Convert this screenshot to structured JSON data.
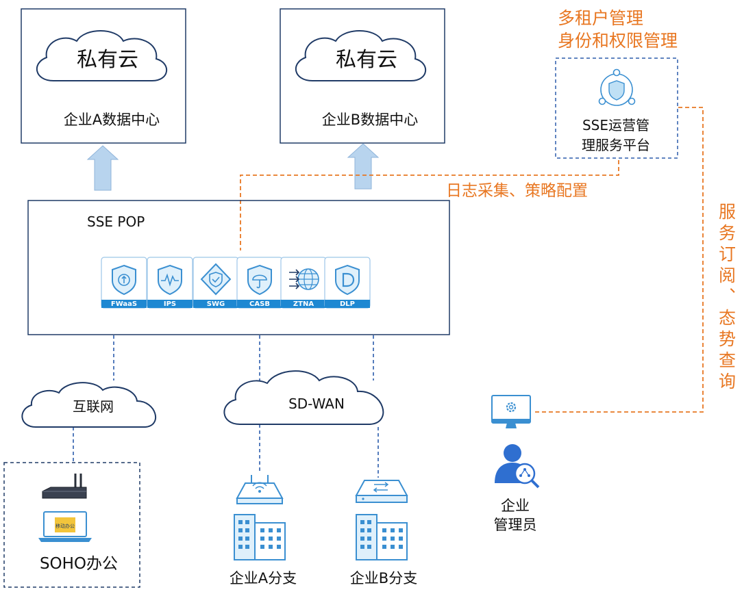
{
  "datacenters": [
    {
      "cloud_label": "私有云",
      "name": "企业A数据中心"
    },
    {
      "cloud_label": "私有云",
      "name": "企业B数据中心"
    }
  ],
  "sse_pop": {
    "title": "SSE POP",
    "modules": [
      {
        "label": "FWaaS",
        "icon": "firewall-shield-icon"
      },
      {
        "label": "IPS",
        "icon": "ips-shield-icon"
      },
      {
        "label": "SWG",
        "icon": "swg-shield-icon"
      },
      {
        "label": "CASB",
        "icon": "casb-umbrella-icon"
      },
      {
        "label": "ZTNA",
        "icon": "ztna-globe-icon"
      },
      {
        "label": "DLP",
        "icon": "dlp-shield-icon"
      }
    ]
  },
  "management": {
    "heading_line1": "多租户管理",
    "heading_line2": "身份和权限管理",
    "platform_line1": "SSE运营管",
    "platform_line2": "理服务平台",
    "log_label": "日志采集、策略配置",
    "subscribe_label": "服务订阅、态势查询",
    "admin_line1": "企业",
    "admin_line2": "管理员"
  },
  "networks": {
    "internet": "互联网",
    "sdwan": "SD-WAN"
  },
  "sites": {
    "soho": "SOHO办公",
    "branch_a": "企业A分支",
    "branch_b": "企业B分支",
    "laptop_screen": "移动办公"
  },
  "colors": {
    "accent_orange": "#e87722",
    "border_navy": "#1f3a66",
    "dash_blue": "#2b5cab",
    "icon_blue": "#3a8fd1",
    "arrow_fill": "#b8d4ee"
  }
}
